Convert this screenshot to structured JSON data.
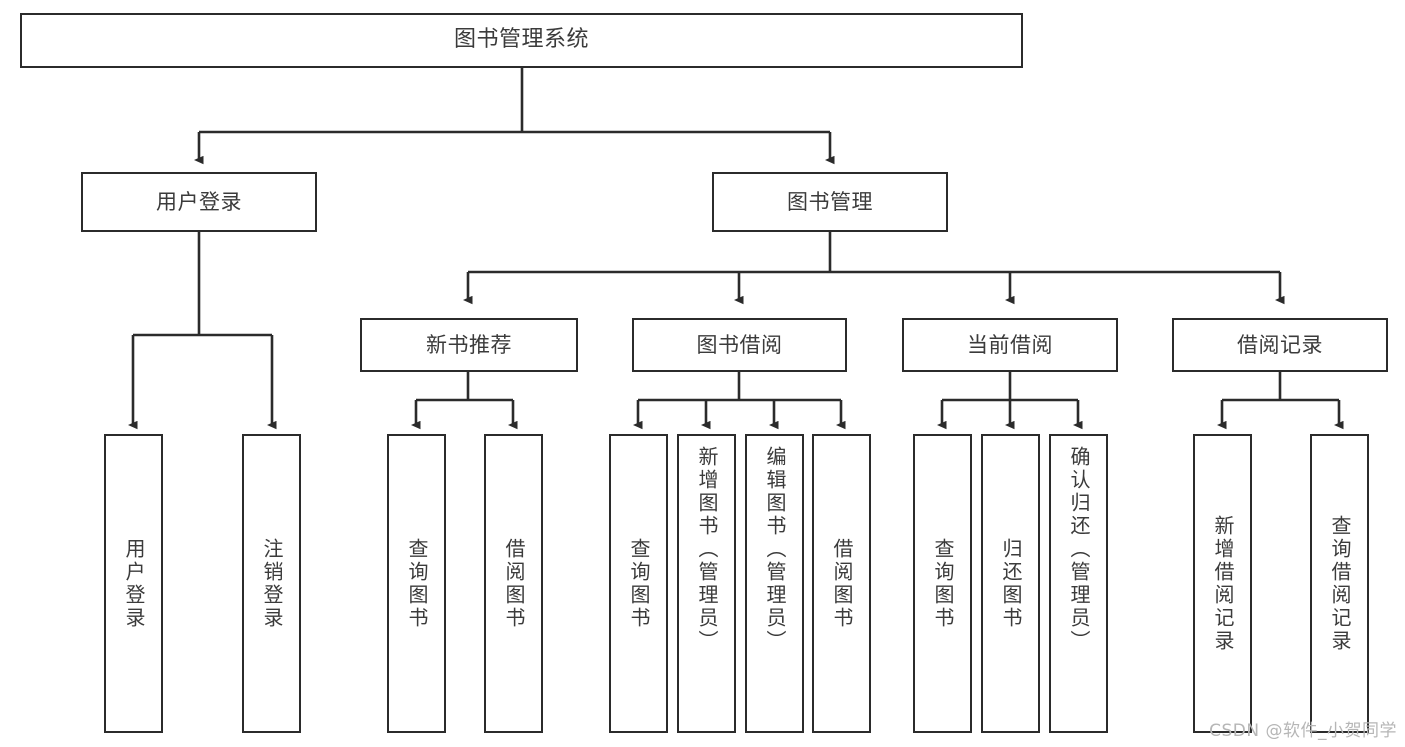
{
  "diagram": {
    "type": "tree-hierarchy-chart",
    "title": "图书管理系统",
    "colors": {
      "border": "#2b2b2b",
      "text": "#3b3b3b",
      "background": "#ffffff",
      "connector": "#2b2b2b",
      "watermark": "#b6b6b6"
    },
    "root": {
      "id": "root",
      "label": "图书管理系统",
      "orientation": "horizontal"
    },
    "level2": [
      {
        "id": "user-login",
        "label": "用户登录",
        "orientation": "horizontal"
      },
      {
        "id": "book-manage",
        "label": "图书管理",
        "orientation": "horizontal"
      }
    ],
    "level3": [
      {
        "id": "new-book-recommend",
        "label": "新书推荐",
        "orientation": "horizontal"
      },
      {
        "id": "book-borrow",
        "label": "图书借阅",
        "orientation": "horizontal"
      },
      {
        "id": "current-borrow",
        "label": "当前借阅",
        "orientation": "horizontal"
      },
      {
        "id": "borrow-record",
        "label": "借阅记录",
        "orientation": "horizontal"
      }
    ],
    "leaves": {
      "user_login": [
        {
          "id": "leaf-user-login",
          "label": "用户登录",
          "orientation": "vertical"
        },
        {
          "id": "leaf-logout-login",
          "label": "注销登录",
          "orientation": "vertical"
        }
      ],
      "new_book_recommend": [
        {
          "id": "leaf-query-book-1",
          "label": "查询图书",
          "orientation": "vertical"
        },
        {
          "id": "leaf-borrow-book-1",
          "label": "借阅图书",
          "orientation": "vertical"
        }
      ],
      "book_borrow": [
        {
          "id": "leaf-query-book-2",
          "label": "查询图书",
          "orientation": "vertical"
        },
        {
          "id": "leaf-add-book-admin",
          "label": "新增图书（管理员）",
          "orientation": "vertical"
        },
        {
          "id": "leaf-edit-book-admin",
          "label": "编辑图书（管理员）",
          "orientation": "vertical"
        },
        {
          "id": "leaf-borrow-book-2",
          "label": "借阅图书",
          "orientation": "vertical"
        }
      ],
      "current_borrow": [
        {
          "id": "leaf-query-book-3",
          "label": "查询图书",
          "orientation": "vertical"
        },
        {
          "id": "leaf-return-book",
          "label": "归还图书",
          "orientation": "vertical"
        },
        {
          "id": "leaf-confirm-return-admin",
          "label": "确认归还（管理员）",
          "orientation": "vertical"
        }
      ],
      "borrow_record": [
        {
          "id": "leaf-add-borrow-record",
          "label": "新增借阅记录",
          "orientation": "vertical"
        },
        {
          "id": "leaf-query-borrow-record",
          "label": "查询借阅记录",
          "orientation": "vertical"
        }
      ]
    },
    "watermark": "CSDN @软件_小贺同学"
  }
}
